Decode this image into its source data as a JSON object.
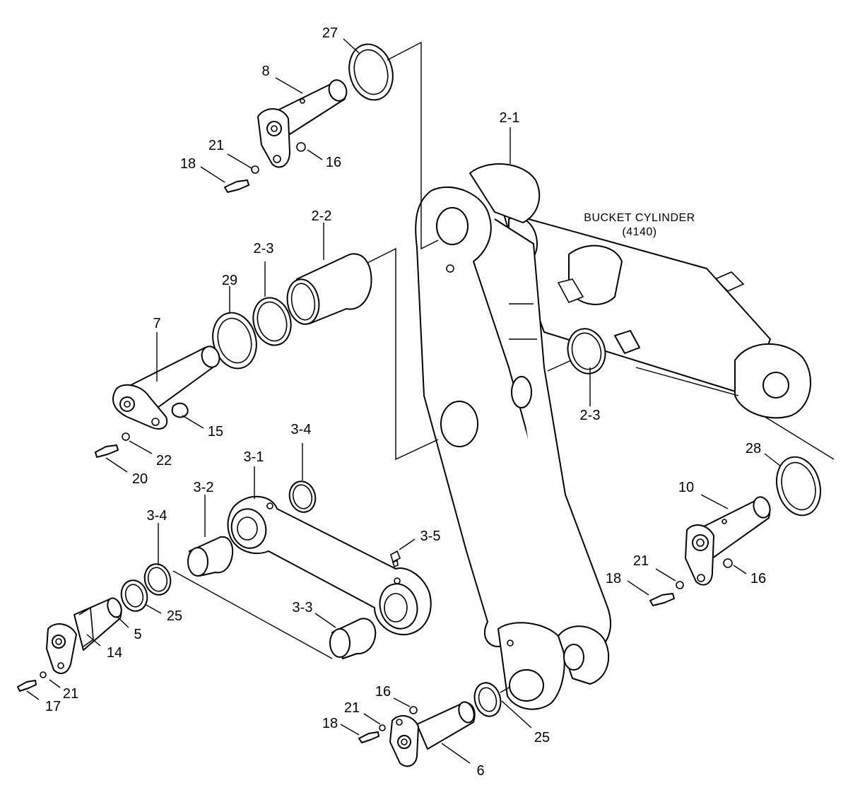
{
  "annotation": {
    "title": "BUCKET CYLINDER",
    "code": "(4140)"
  },
  "callouts": {
    "c27": "27",
    "c8": "8",
    "c21a": "21",
    "c18a": "18",
    "c16a": "16",
    "c2_1": "2-1",
    "c2_2": "2-2",
    "c2_3a": "2-3",
    "c29": "29",
    "c7": "7",
    "c15": "15",
    "c22": "22",
    "c20": "20",
    "c3_4a": "3-4",
    "c3_1": "3-1",
    "c3_2": "3-2",
    "c3_4b": "3-4",
    "c3_5": "3-5",
    "c25a": "25",
    "c5": "5",
    "c14": "14",
    "c3_3": "3-3",
    "c21b": "21",
    "c17": "17",
    "c2_3b": "2-3",
    "c28": "28",
    "c10": "10",
    "c21c": "21",
    "c16b": "16",
    "c18b": "18",
    "c16c": "16",
    "c21d": "21",
    "c18c": "18",
    "c25b": "25",
    "c6": "6"
  }
}
